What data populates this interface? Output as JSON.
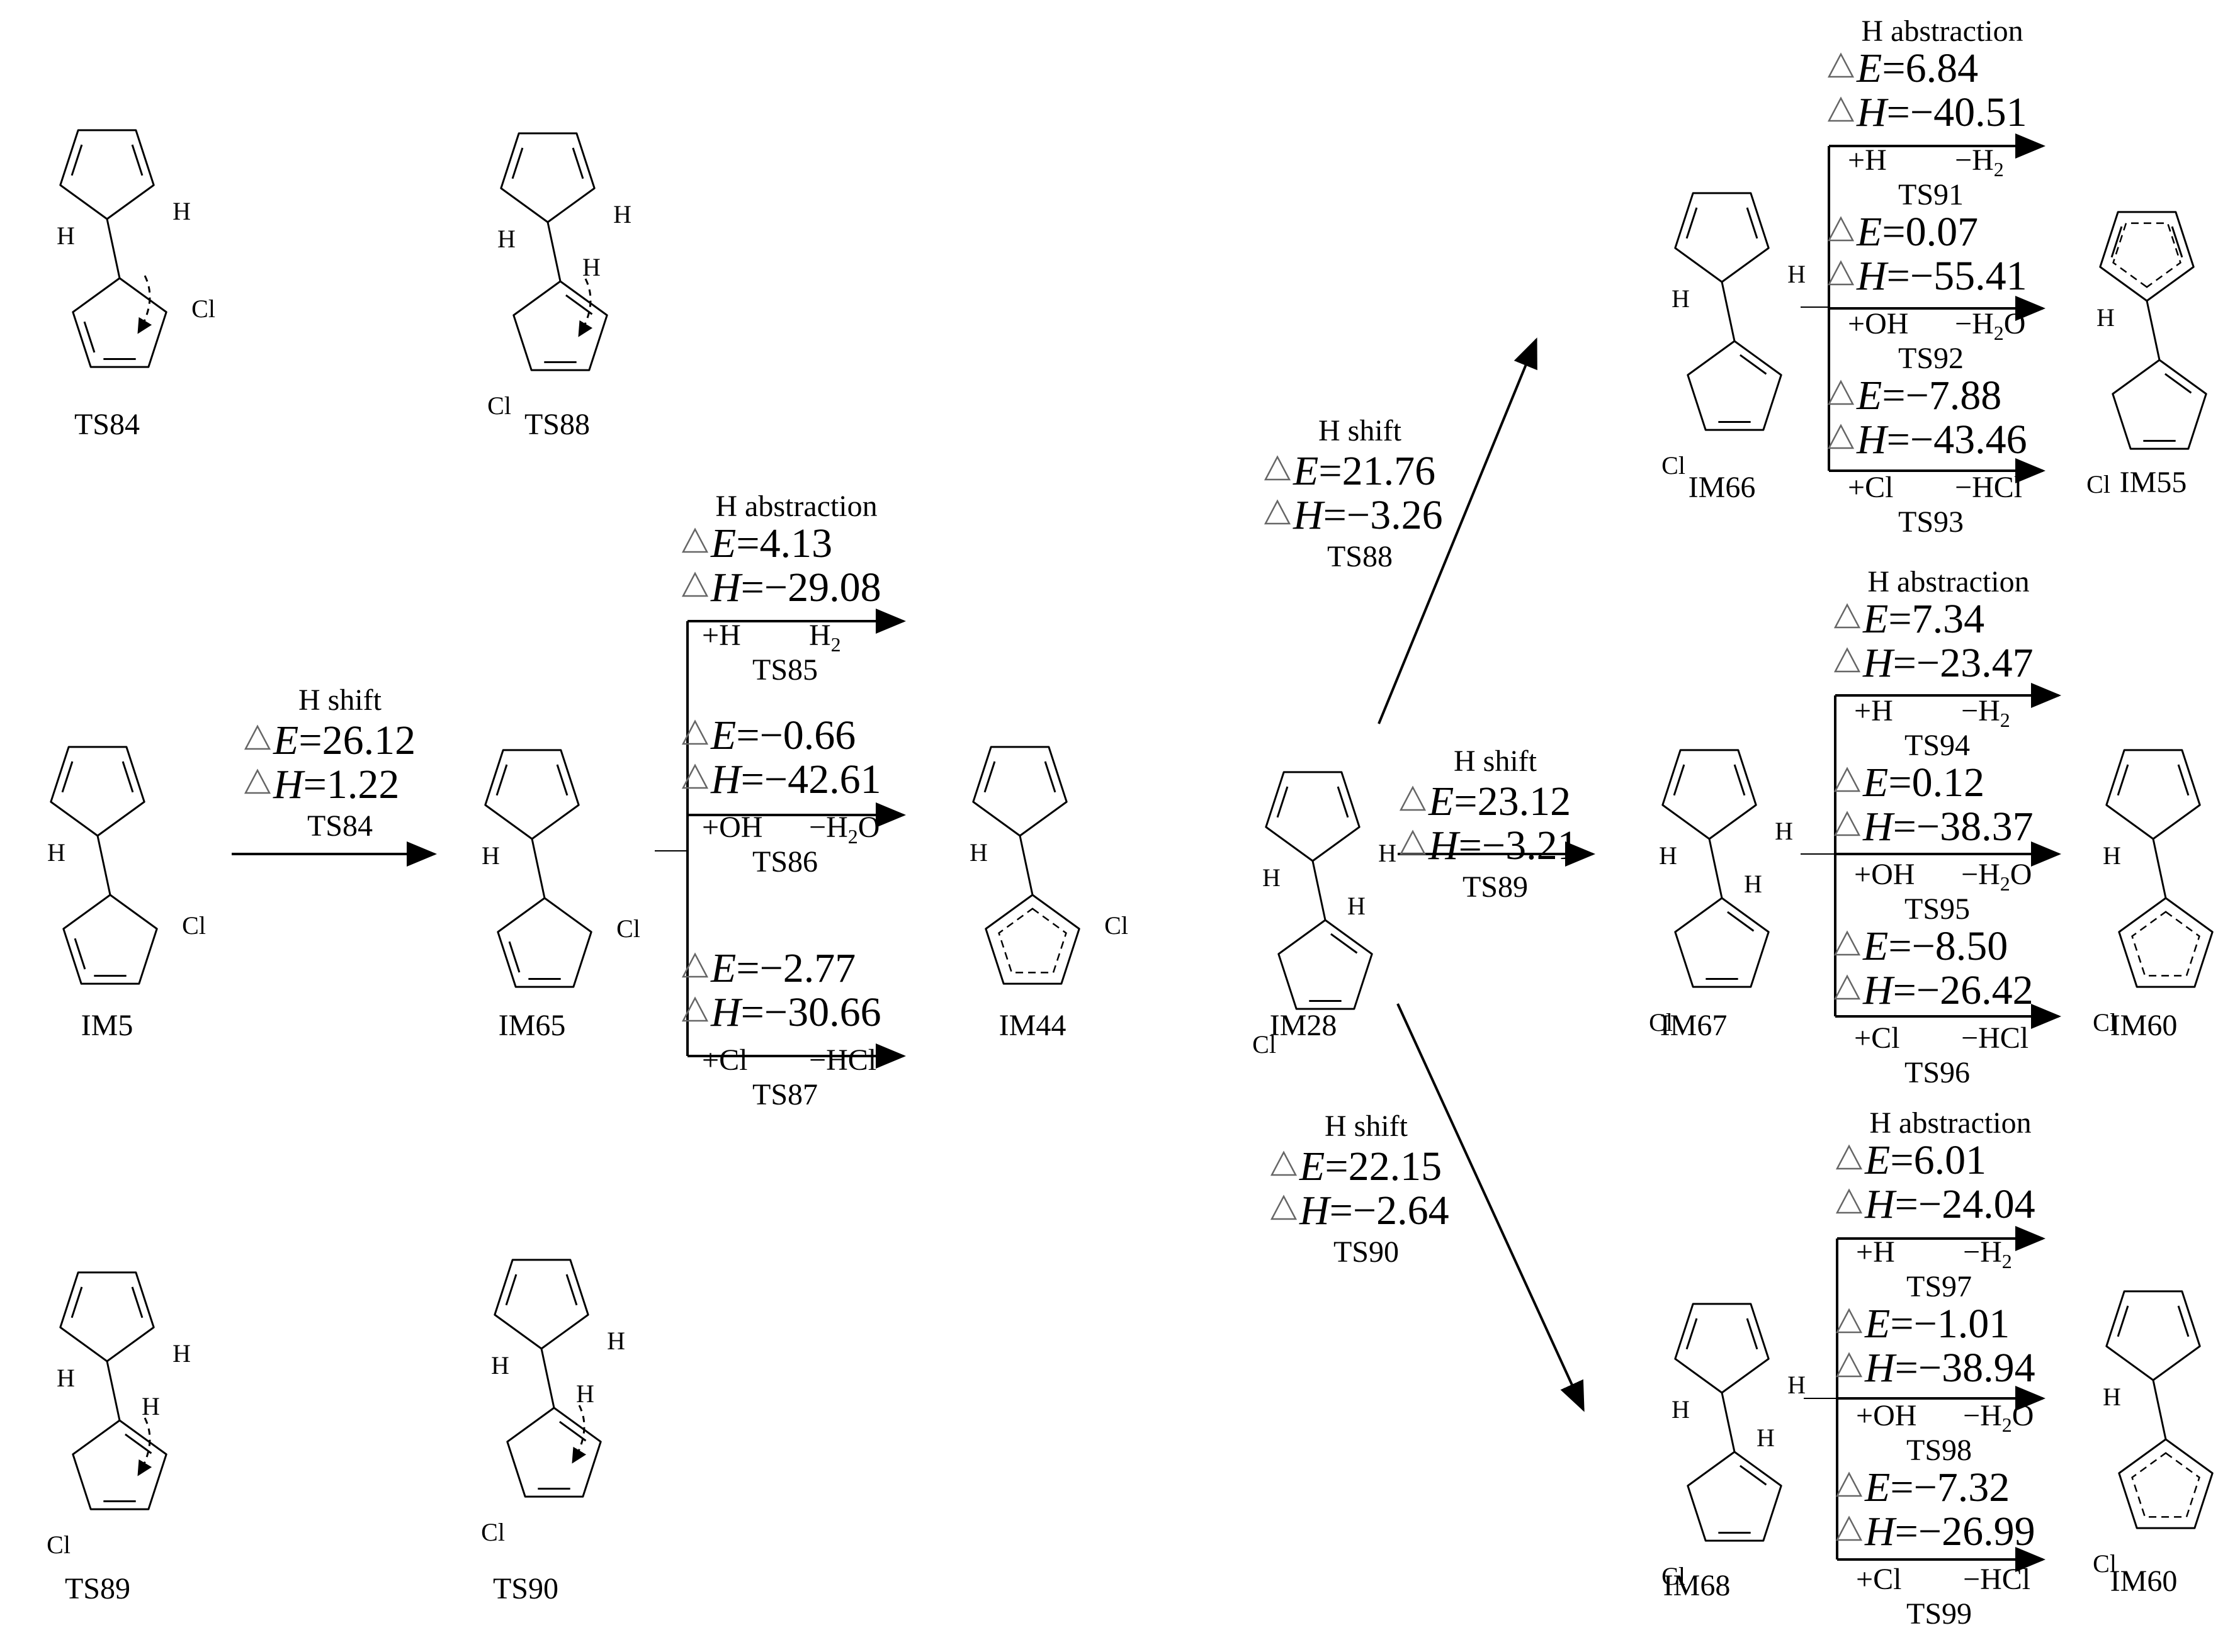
{
  "structures": [
    {
      "label": "TS84"
    },
    {
      "label": "TS88"
    },
    {
      "label": "IM5"
    },
    {
      "label": "IM65"
    },
    {
      "label": "IM44"
    },
    {
      "label": "IM28"
    },
    {
      "label": "TS89"
    },
    {
      "label": "TS90"
    },
    {
      "label": "IM66"
    },
    {
      "label": "IM55"
    },
    {
      "label": "IM67"
    },
    {
      "label": "IM60"
    },
    {
      "label": "IM68"
    },
    {
      "label": "IM60"
    }
  ],
  "atoms": {
    "h": "H",
    "cl": "Cl"
  },
  "shifts": [
    {
      "title": "H shift",
      "dE": "26.12",
      "dH": "1.22",
      "ts": "TS84"
    },
    {
      "title": "H shift",
      "dE": "21.76",
      "dH": "−3.26",
      "ts": "TS88"
    },
    {
      "title": "H shift",
      "dE": "23.12",
      "dH": "−3.21",
      "ts": "TS89"
    },
    {
      "title": "H shift",
      "dE": "22.15",
      "dH": "−2.64",
      "ts": "TS90"
    }
  ],
  "abstractions": [
    {
      "title": "H abstraction",
      "rows": [
        {
          "dE": "4.13",
          "dH": "−29.08",
          "reag": "+H",
          "prod": "H",
          "sub": "2",
          "prod2": "",
          "ts": "TS85"
        },
        {
          "dE": "−0.66",
          "dH": "−42.61",
          "reag": "+OH",
          "prod": "−H",
          "sub": "2",
          "prod2": "O",
          "ts": "TS86"
        },
        {
          "dE": "−2.77",
          "dH": "−30.66",
          "reag": "+Cl",
          "prod": "−HCl",
          "sub": "",
          "prod2": "",
          "ts": "TS87"
        }
      ]
    },
    {
      "title": "H abstraction",
      "rows": [
        {
          "dE": "6.84",
          "dH": "−40.51",
          "reag": "+H",
          "prod": "−H",
          "sub": "2",
          "prod2": "",
          "ts": "TS91"
        },
        {
          "dE": "0.07",
          "dH": "−55.41",
          "reag": "+OH",
          "prod": "−H",
          "sub": "2",
          "prod2": "O",
          "ts": "TS92"
        },
        {
          "dE": "−7.88",
          "dH": "−43.46",
          "reag": "+Cl",
          "prod": "−HCl",
          "sub": "",
          "prod2": "",
          "ts": "TS93"
        }
      ]
    },
    {
      "title": "H abstraction",
      "rows": [
        {
          "dE": "7.34",
          "dH": "−23.47",
          "reag": "+H",
          "prod": "−H",
          "sub": "2",
          "prod2": "",
          "ts": "TS94"
        },
        {
          "dE": "0.12",
          "dH": "−38.37",
          "reag": "+OH",
          "prod": "−H",
          "sub": "2",
          "prod2": "O",
          "ts": "TS95"
        },
        {
          "dE": "−8.50",
          "dH": "−26.42",
          "reag": "+Cl",
          "prod": "−HCl",
          "sub": "",
          "prod2": "",
          "ts": "TS96"
        }
      ]
    },
    {
      "title": "H abstraction",
      "rows": [
        {
          "dE": "6.01",
          "dH": "−24.04",
          "reag": "+H",
          "prod": "−H",
          "sub": "2",
          "prod2": "",
          "ts": "TS97"
        },
        {
          "dE": "−1.01",
          "dH": "−38.94",
          "reag": "+OH",
          "prod": "−H",
          "sub": "2",
          "prod2": "O",
          "ts": "TS98"
        },
        {
          "dE": "−7.32",
          "dH": "−26.99",
          "reag": "+Cl",
          "prod": "−HCl",
          "sub": "",
          "prod2": "",
          "ts": "TS99"
        }
      ]
    }
  ],
  "symbols": {
    "delta": "△",
    "E": "E",
    "H": "H",
    "eq": "="
  }
}
